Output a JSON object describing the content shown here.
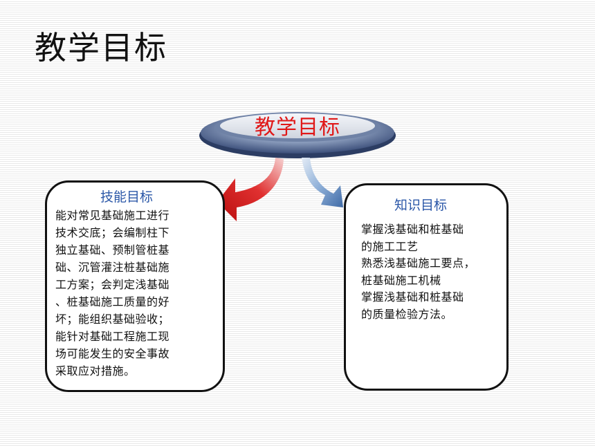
{
  "title": "教学目标",
  "center": {
    "label": "教学目标"
  },
  "skill": {
    "heading": "技能目标",
    "body": "能对常见基础施工进行\n技术交底；会编制柱下\n独立基础、预制管桩基\n础、沉管灌注桩基础施\n工方案；会判定浅基础\n、桩基础施工质量的好\n坏；能组织基础验收；\n能针对基础工程施工现\n场可能发生的安全事故\n采取应对措施。"
  },
  "knowledge": {
    "heading": "知识目标",
    "body": "掌握浅基础和桩基础\n的施工工艺\n熟悉浅基础施工要点，\n桩基础施工机械\n掌握浅基础和桩基础\n的质量检验方法。"
  },
  "colors": {
    "title_text": "#111111",
    "center_text": "#e01818",
    "box_heading": "#2c58a8",
    "arrow_left": "#d81c1c",
    "arrow_right": "#5b86c0",
    "box_border": "#111111"
  }
}
